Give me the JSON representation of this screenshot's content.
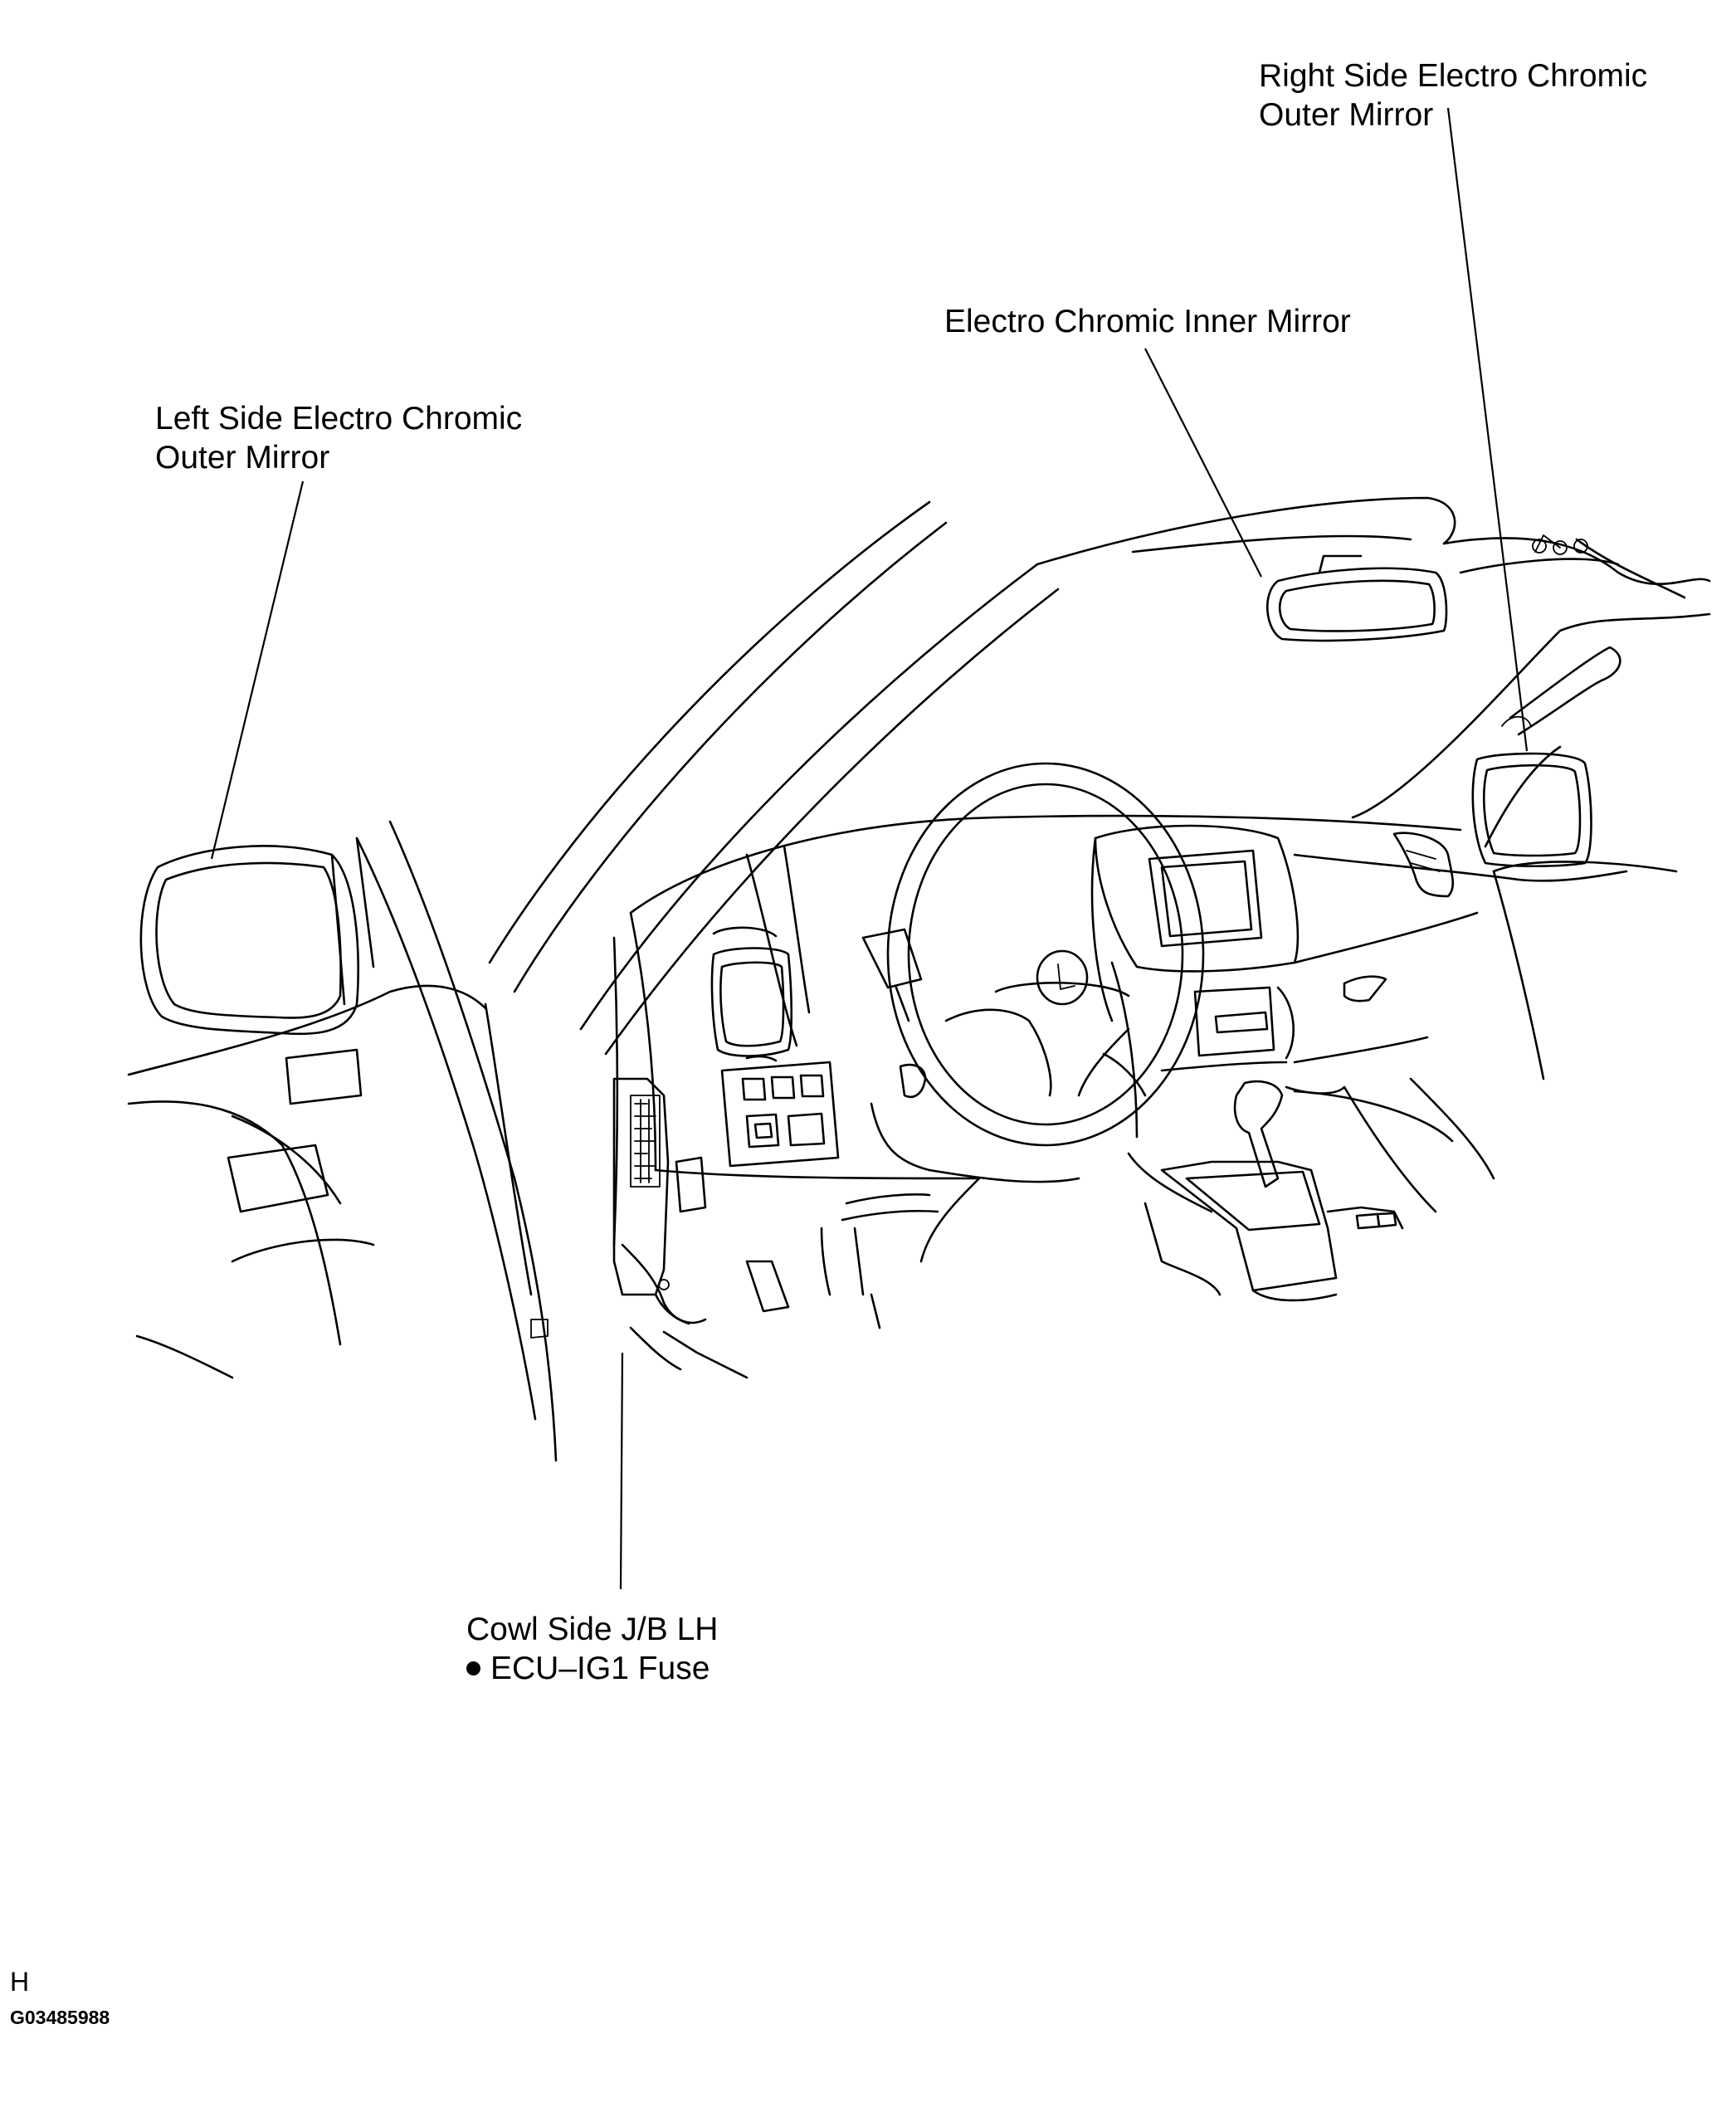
{
  "labels": {
    "right_outer_mirror": [
      "Right Side Electro Chromic",
      "Outer Mirror"
    ],
    "inner_mirror": "Electro Chromic Inner Mirror",
    "left_outer_mirror": [
      "Left Side Electro Chromic",
      "Outer Mirror"
    ],
    "cowl_jb": "Cowl Side J/B LH",
    "fuse": "ECU–IG1 Fuse"
  },
  "sheet": {
    "view_code": "H",
    "figure_id": "G03485988"
  }
}
